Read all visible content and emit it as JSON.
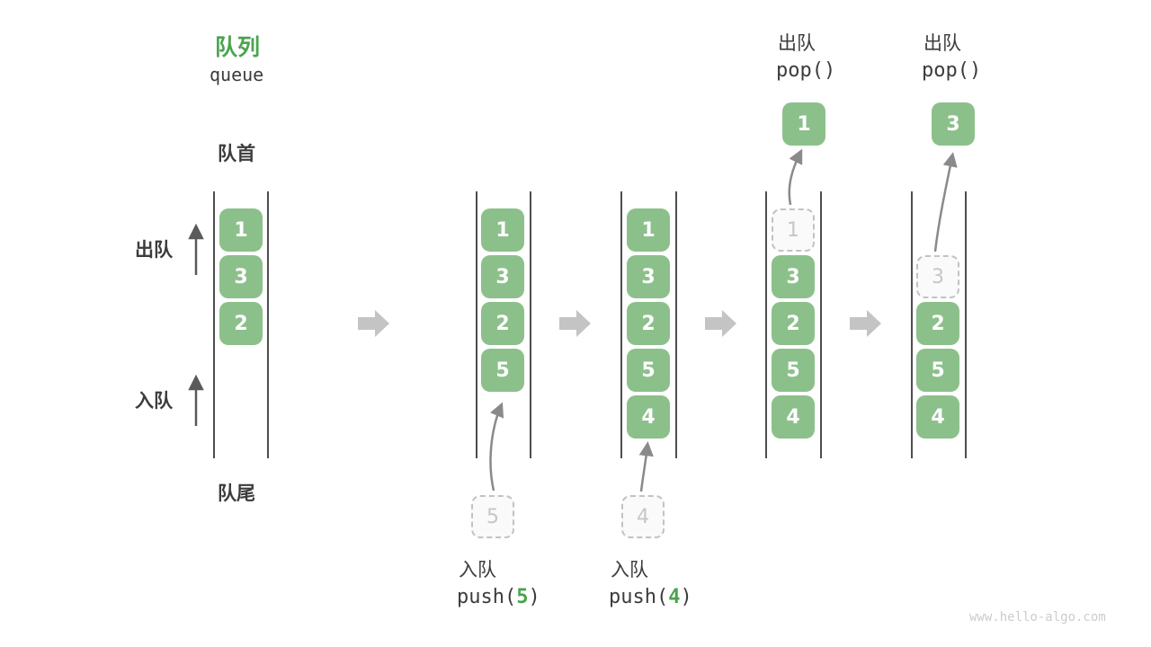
{
  "title": {
    "zh": "队列",
    "en": "queue"
  },
  "side_labels": {
    "front": "队首",
    "rear": "队尾",
    "dequeue": "出队",
    "enqueue": "入队"
  },
  "states": [
    {
      "boxes": [
        "1",
        "3",
        "2"
      ]
    },
    {
      "boxes": [
        "1",
        "3",
        "2",
        "5"
      ],
      "pending": "5",
      "op": {
        "label": "入队",
        "code_pre": "push(",
        "code_arg": "5",
        "code_post": ")"
      }
    },
    {
      "boxes": [
        "1",
        "3",
        "2",
        "5",
        "4"
      ],
      "pending": "4",
      "op": {
        "label": "入队",
        "code_pre": "push(",
        "code_arg": "4",
        "code_post": ")"
      }
    },
    {
      "ghost": "1",
      "boxes": [
        "3",
        "2",
        "5",
        "4"
      ],
      "popped": "1",
      "op": {
        "label": "出队",
        "code": "pop()"
      }
    },
    {
      "ghost": "3",
      "boxes": [
        "2",
        "5",
        "4"
      ],
      "popped": "3",
      "op": {
        "label": "出队",
        "code": "pop()"
      }
    }
  ],
  "watermark": "www.hello-algo.com",
  "colors": {
    "box_green": "#8CC08B",
    "accent_green": "#4AA44E",
    "text_dark": "#3C3C3C",
    "ghost_gray": "#C6C6C6",
    "arrow_gray": "#C4C4C4"
  }
}
